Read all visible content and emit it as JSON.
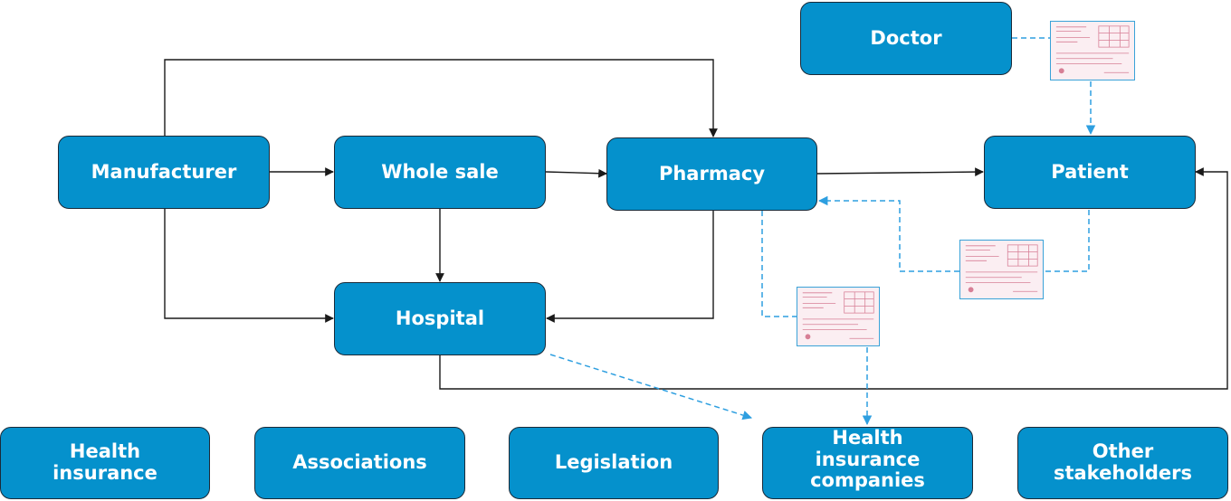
{
  "nodes": {
    "doctor": "Doctor",
    "manufacturer": "Manufacturer",
    "wholesale": "Whole sale",
    "pharmacy": "Pharmacy",
    "patient": "Patient",
    "hospital": "Hospital",
    "health_insurance": "Health\ninsurance",
    "associations": "Associations",
    "legislation": "Legislation",
    "health_insurance_companies": "Health\ninsurance\ncompanies",
    "other_stakeholders": "Other\nstakeholders"
  },
  "colors": {
    "node_fill": "#0591cc",
    "node_border": "#1b2a38",
    "solid_arrow": "#1a1a1a",
    "dashed_arrow": "#2e9fe0",
    "prescription_form": "#f6c9d2"
  },
  "icons": [
    "prescription-form-icon"
  ]
}
